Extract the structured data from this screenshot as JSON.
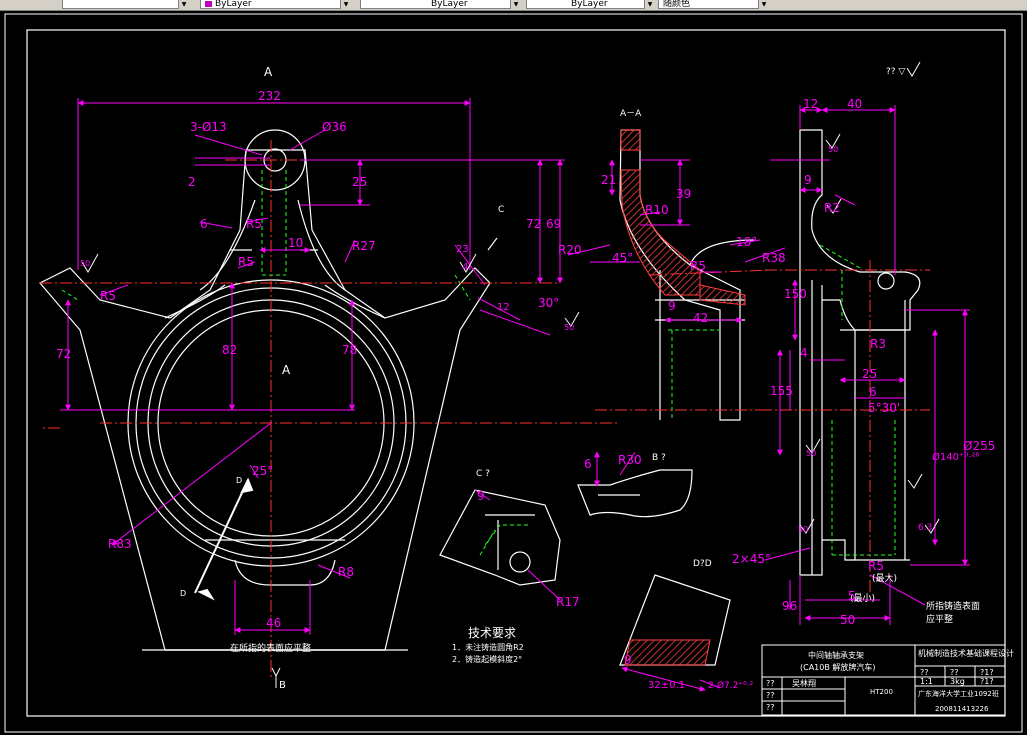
{
  "toolbar": {
    "combo1": "",
    "combo2": "ByLayer",
    "combo3": "ByLayer",
    "combo4": "ByLayer",
    "combo5": "随颜色"
  },
  "colors": {
    "dim": "#ff00ff",
    "outline": "#ffffff",
    "center": "#ff3030",
    "hidden": "#20ff20",
    "section": "#ff4040",
    "background": "#000000"
  },
  "labels": {
    "view_a_top": "A",
    "view_a_center": "A",
    "section_aa": "A－A",
    "view_c": "C",
    "view_c_title": "C ?",
    "view_b_title": "B ?",
    "view_b_bottom": "B",
    "view_d1": "D",
    "view_d2": "D",
    "detail_d": "D?D",
    "roughness_note": "?? ▽",
    "note_surface": "在所指的表面应平整",
    "note_surface2": "所指铸造表面",
    "note_surface3": "应平整",
    "note_max": "(最大)",
    "note_min": "(最小)"
  },
  "dims_front": {
    "d232": "232",
    "d3x13": "3-Ø13",
    "d36": "Ø36",
    "d2": "2",
    "d25": "25",
    "d72": "72",
    "d69": "69",
    "d6": "6",
    "dR5a": "R5",
    "d10": "10",
    "dR27": "R27",
    "dR5b": "R5",
    "d23": "23",
    "d4": "4",
    "dR5c": "R5",
    "d72b": "72",
    "d82": "82",
    "d78": "78",
    "d30deg": "30°",
    "d12": "12",
    "d50a": "50",
    "d46": "46",
    "dR8": "R8",
    "dR83": "R83",
    "d25deg": "25°",
    "d50r": "50"
  },
  "dims_section": {
    "d21": "21",
    "d39": "39",
    "dR10": "R10",
    "d18deg": "18°",
    "dR20": "R20",
    "d45deg": "45°",
    "dR5": "R5",
    "dR38": "R38",
    "d9": "9",
    "d42": "42"
  },
  "dims_side": {
    "d12": "12",
    "d40": "40",
    "d9": "9",
    "dR2": "R2",
    "d150": "150",
    "d4": "4",
    "dR3": "R3",
    "d25": "25",
    "d6": "6",
    "d5x30": "5°30'",
    "d155": "155",
    "d140": "Ø140⁺⁰·²⁶",
    "d255": "Ø255",
    "d2x45": "2×45°",
    "dR5": "R5",
    "d5": "5",
    "d50": "50",
    "d96": "96",
    "d63": "6.3",
    "d50b": "50",
    "d50c": "50",
    "d50d": "50"
  },
  "dims_views": {
    "c9": "9",
    "cR17": "R17",
    "b6": "6",
    "bR30": "R30",
    "d9": "9",
    "d32": "32±0.1",
    "d7_2": "2-Ø7.2⁺⁰·²"
  },
  "tech_req": {
    "title": "技术要求",
    "line1": "1．未注铸造圆角R2",
    "line2": "2．铸造起模斜度2°"
  },
  "title_block": {
    "part_name": "中间轴轴承支架",
    "model": "(CA10B  解放牌汽车)",
    "course": "机械制造技术基础课程设计",
    "r1c1": "??",
    "r1c2": "??",
    "r1c3": "?1?",
    "scale": "1:1",
    "weight": "3kg",
    "sheet": "?1?",
    "designer_lbl": "??",
    "designer": "吴林翔",
    "checker_lbl": "??",
    "approver_lbl": "??",
    "material": "HT200",
    "school": "广东海洋大学工业1092班",
    "id": "200811413226"
  }
}
